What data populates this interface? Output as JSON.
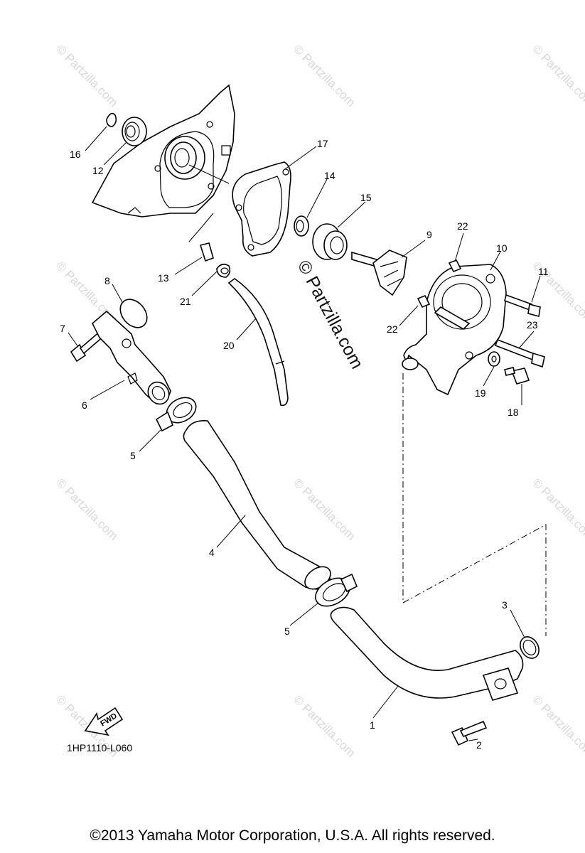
{
  "diagram": {
    "catalog_code": "1HP1110-L060",
    "fwd_label": "FWD",
    "watermark": "© Partzilla.com",
    "center_watermark": "© Partzilla.com",
    "copyright": "©2013  Yamaha Motor Corporation, U.S.A. All rights reserved."
  },
  "callouts": [
    {
      "id": "c1",
      "label": "1"
    },
    {
      "id": "c2",
      "label": "2"
    },
    {
      "id": "c3",
      "label": "3"
    },
    {
      "id": "c4",
      "label": "4"
    },
    {
      "id": "c5a",
      "label": "5"
    },
    {
      "id": "c5b",
      "label": "5"
    },
    {
      "id": "c6",
      "label": "6"
    },
    {
      "id": "c7",
      "label": "7"
    },
    {
      "id": "c8",
      "label": "8"
    },
    {
      "id": "c9",
      "label": "9"
    },
    {
      "id": "c10",
      "label": "10"
    },
    {
      "id": "c11",
      "label": "11"
    },
    {
      "id": "c12",
      "label": "12"
    },
    {
      "id": "c13",
      "label": "13"
    },
    {
      "id": "c14",
      "label": "14"
    },
    {
      "id": "c15",
      "label": "15"
    },
    {
      "id": "c16",
      "label": "16"
    },
    {
      "id": "c17",
      "label": "17"
    },
    {
      "id": "c18",
      "label": "18"
    },
    {
      "id": "c19",
      "label": "19"
    },
    {
      "id": "c20",
      "label": "20"
    },
    {
      "id": "c21",
      "label": "21"
    },
    {
      "id": "c22a",
      "label": "22"
    },
    {
      "id": "c22b",
      "label": "22"
    },
    {
      "id": "c23",
      "label": "23"
    }
  ]
}
